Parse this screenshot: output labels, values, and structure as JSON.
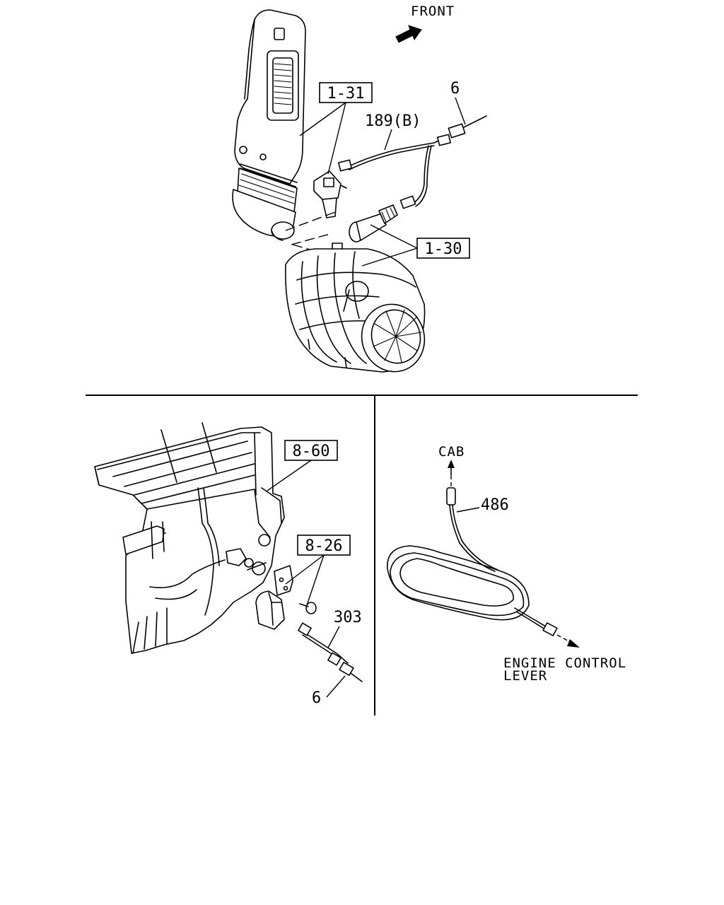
{
  "direction": {
    "front_label": "FRONT"
  },
  "callouts": {
    "ref_1_31": "1-31",
    "ref_1_30": "1-30",
    "part_189b": "189(B)",
    "part_6_top": "6",
    "ref_8_60": "8-60",
    "ref_8_26": "8-26",
    "part_303": "303",
    "part_6_bottom": "6",
    "part_486": "486"
  },
  "cable_ends": {
    "cab": "CAB",
    "engine_control_line1": "ENGINE CONTROL",
    "engine_control_line2": "LEVER"
  }
}
